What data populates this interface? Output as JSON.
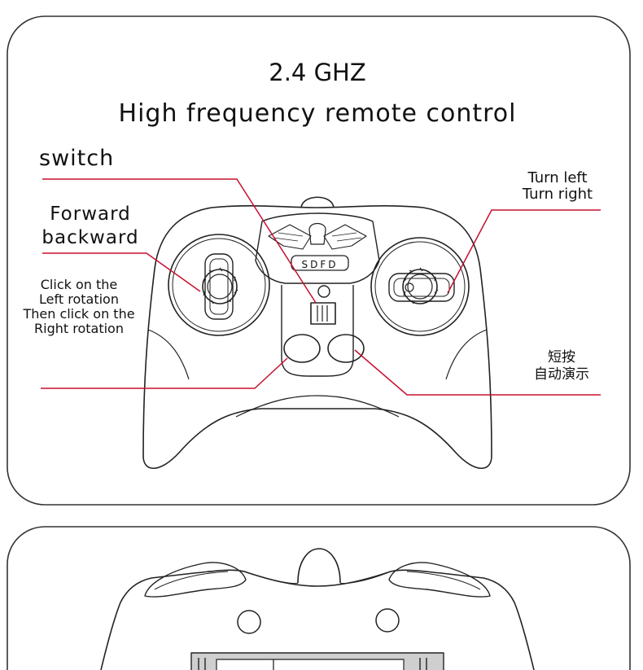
{
  "header": {
    "frequency": "2.4 GHZ",
    "subtitle": "High frequency remote control"
  },
  "labels": {
    "switch": "switch",
    "forward_line1": "Forward",
    "forward_line2": "backward",
    "click_line1": "Click on the",
    "click_line2": "Left rotation",
    "click_line3": "Then click on the",
    "click_line4": "Right rotation",
    "turn_left": "Turn left",
    "turn_right": "Turn right",
    "demo_line1": "短按",
    "demo_line2": "自动演示"
  },
  "controller": {
    "logo_text": "SDFD"
  },
  "colors": {
    "callout_line": "#c8102e",
    "outline": "#222222",
    "panel_border": "#333333"
  }
}
